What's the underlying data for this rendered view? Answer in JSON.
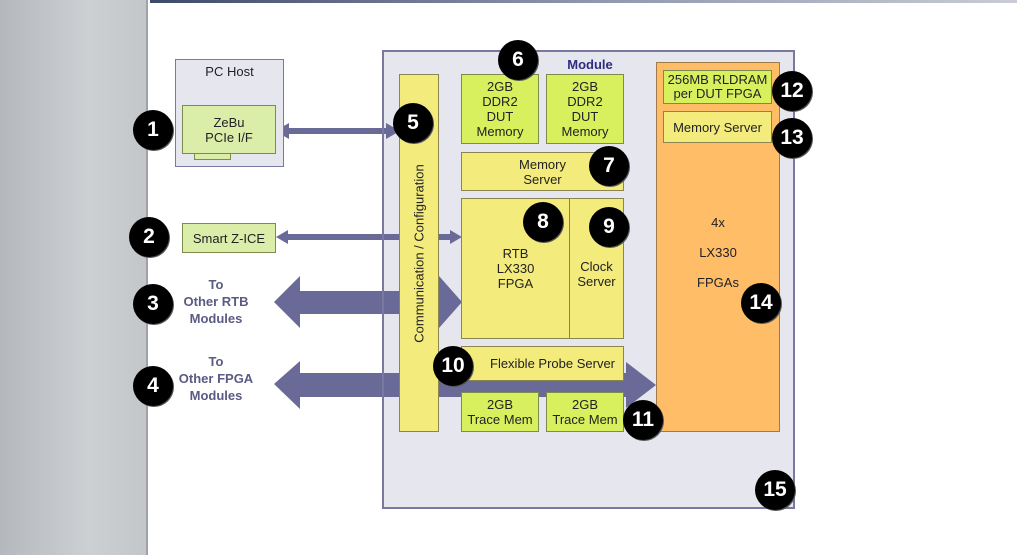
{
  "pc_host": {
    "title": "PC Host",
    "interface": "ZeBu\nPCIe I/F"
  },
  "smart_zice": "Smart Z-ICE",
  "other_rtb": "To\nOther RTB\nModules",
  "other_fpga": "To\nOther FPGA\nModules",
  "module": {
    "title": "Module",
    "comm_config": "Communication / Configuration",
    "ddr2_memory": "2GB\nDDR2\nDUT\nMemory",
    "memory_server": "Memory\nServer",
    "rtb_fpga": "RTB\nLX330\nFPGA",
    "clock_server": "Clock\nServer",
    "probe_server": "Flexible Probe Server",
    "trace_mem": "2GB\nTrace Mem",
    "rldram": "256MB RLDRAM\nper DUT FPGA",
    "fpga_memory_server": "Memory Server",
    "fpgas": "4x\n\nLX330\n\nFPGAs"
  },
  "badges": [
    "1",
    "2",
    "3",
    "4",
    "5",
    "6",
    "7",
    "8",
    "9",
    "10",
    "11",
    "12",
    "13",
    "14",
    "15"
  ],
  "colors": {
    "arrow": "#6a6a98",
    "module_fill": "#e6e6ef",
    "dut_memory": "#d8f05e",
    "server": "#f4eb7d",
    "fpga_block": "#ffbd68"
  }
}
